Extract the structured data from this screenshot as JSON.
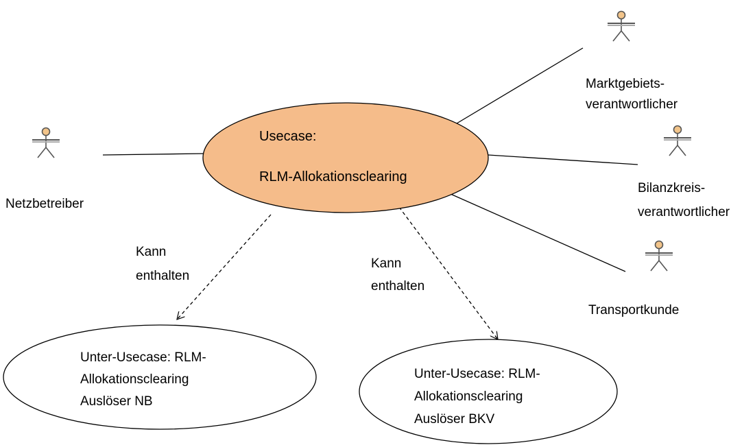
{
  "colors": {
    "main_usecase_fill": "#F5BC8A",
    "actor_head_fill": "#F2C48A",
    "actor_stroke": "#555555",
    "line": "#000000"
  },
  "main_usecase": {
    "line1": "Usecase:",
    "line2": "RLM-Allokationsclearing"
  },
  "actors": {
    "netzbetreiber": {
      "label": "Netzbetreiber"
    },
    "marktgebiets": {
      "line1": "Marktgebiets-",
      "line2": "verantwortlicher"
    },
    "bilanzkreis": {
      "line1": "Bilanzkreis-",
      "line2": "verantwortlicher"
    },
    "transportkunde": {
      "label": "Transportkunde"
    }
  },
  "relations": {
    "left": {
      "line1": "Kann",
      "line2": "enthalten"
    },
    "right": {
      "line1": "Kann",
      "line2": "enthalten"
    }
  },
  "sub_usecases": {
    "nb": {
      "line1": "Unter-Usecase: RLM-",
      "line2": "Allokationsclearing",
      "line3": "Auslöser NB"
    },
    "bkv": {
      "line1": "Unter-Usecase: RLM-",
      "line2": "Allokationsclearing",
      "line3": "Auslöser BKV"
    }
  }
}
